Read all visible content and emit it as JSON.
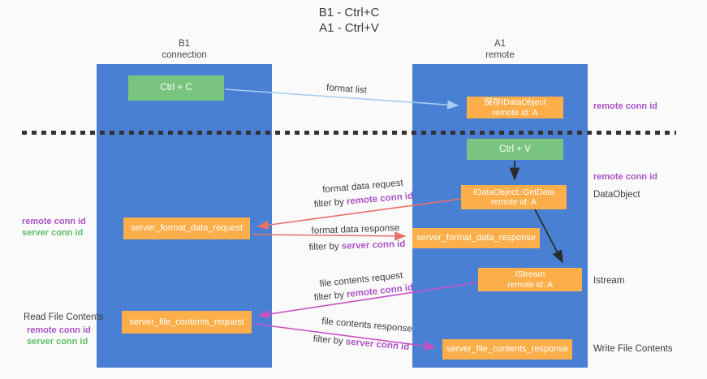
{
  "title": {
    "lines": [
      "B1 - Ctrl+C",
      "A1 - Ctrl+V"
    ]
  },
  "lanes": {
    "left": {
      "header1": "B1",
      "header2": "connection"
    },
    "right": {
      "header1": "A1",
      "header2": "remote"
    }
  },
  "nodes": {
    "ctrl_c": "Ctrl + C",
    "ctrl_v": "Ctrl + V",
    "save_idataobject": {
      "line1": "保存IDataObject",
      "line2": "remote id: A"
    },
    "getdata": {
      "line1": "IDataObject::GetData",
      "line2": "remote id: A"
    },
    "istream": {
      "line1": "IStream",
      "line2": "remote id: A"
    },
    "server_format_data_request": "server_format_data_request",
    "server_format_data_response": "server_format_data_response",
    "server_file_contents_request": "server_file_contents_request",
    "server_file_contents_response": "server_file_contents_response"
  },
  "edge_labels": {
    "format_list": "format list",
    "format_data_request": "format data request",
    "format_data_response": "format data response",
    "file_contents_request": "file contents request",
    "file_contents_response": "file contents response",
    "filter_by": "filter by ",
    "remote_conn_id": "remote conn id",
    "server_conn_id": "server conn id"
  },
  "side_labels": {
    "right_top_remote_conn_id": "remote conn id",
    "right_mid_remote_conn_id": "remote conn id",
    "dataobject": "DataObject",
    "istream": "Istream",
    "write_file_contents": "Write File Contents",
    "read_file_contents": "Read File Contents",
    "left_format_remote_conn_id": "remote conn id",
    "left_format_server_conn_id": "server conn id",
    "left_file_remote_conn_id": "remote conn id",
    "left_file_server_conn_id": "server conn id"
  },
  "colors": {
    "lane_blue": "#4a80d4",
    "node_green": "#79c47e",
    "node_orange": "#fbae49",
    "arrow_red": "#e8706a",
    "arrow_magenta": "#ca51c5",
    "arrow_lightblue": "#a5cdf0",
    "arrow_black": "#2b2b2b",
    "text_purple": "#ab53c4",
    "text_green": "#5cbd66"
  }
}
